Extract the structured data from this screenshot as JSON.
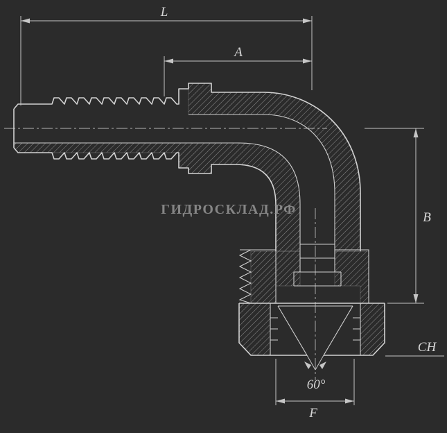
{
  "colors": {
    "background": "#2b2b2b",
    "line": "#d2d2d2",
    "dimension": "#c6c6c6",
    "hatch": "#a8a8a8",
    "watermark": "#8f8f8f"
  },
  "watermark": "ГИДРОСКЛАД.РФ",
  "labels": {
    "overall_length": "L",
    "cutoff_length": "A",
    "drop_height": "B",
    "hex_size": "CH",
    "seat_width": "F",
    "cone_angle": "60°"
  }
}
